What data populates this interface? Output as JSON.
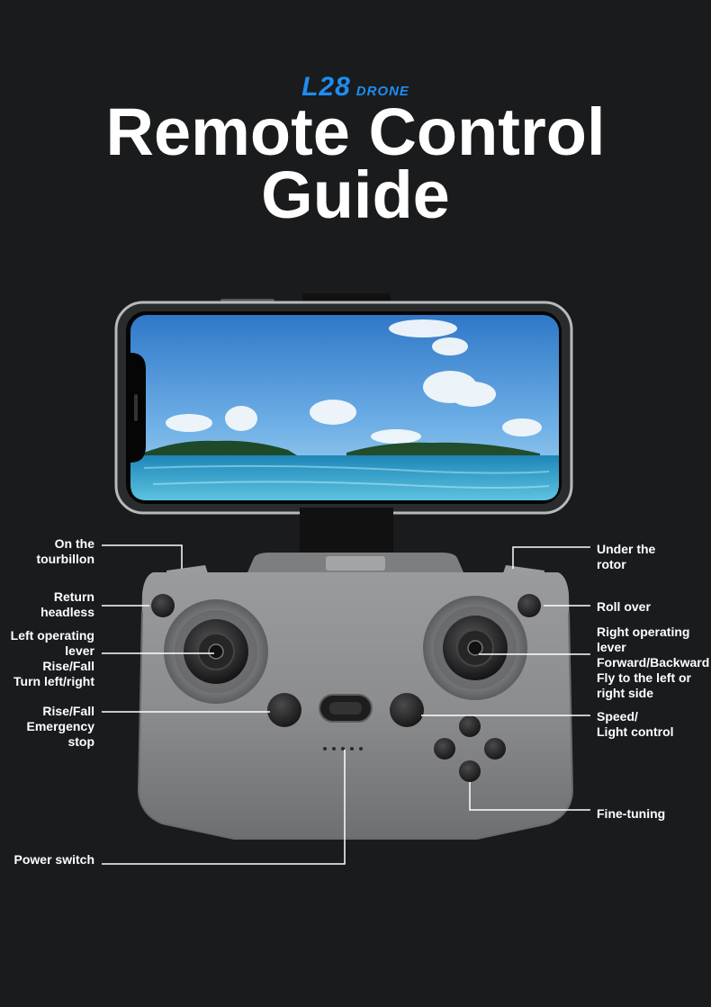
{
  "header": {
    "brand_model": "L28",
    "brand_sub": "DRONE",
    "title_line1": "Remote Control",
    "title_line2": "Guide"
  },
  "callouts": {
    "left": [
      {
        "id": "tourbillon",
        "lines": [
          "On the",
          "tourbillon"
        ]
      },
      {
        "id": "return-headless",
        "lines": [
          "Return",
          "headless"
        ]
      },
      {
        "id": "left-lever",
        "lines": [
          "Left operating",
          "lever",
          "Rise/Fall",
          "Turn left/right"
        ]
      },
      {
        "id": "rise-fall-stop",
        "lines": [
          "Rise/Fall",
          "Emergency",
          "stop"
        ]
      },
      {
        "id": "power-switch",
        "lines": [
          "Power switch"
        ]
      }
    ],
    "right": [
      {
        "id": "under-rotor",
        "lines": [
          "Under the",
          "rotor"
        ]
      },
      {
        "id": "roll-over",
        "lines": [
          "Roll over"
        ]
      },
      {
        "id": "right-lever",
        "lines": [
          "Right operating",
          "lever",
          "Forward/Backward",
          "Fly to the left or",
          "right side"
        ]
      },
      {
        "id": "speed-light",
        "lines": [
          "Speed/",
          "Light control"
        ]
      },
      {
        "id": "fine-tuning",
        "lines": [
          "Fine-tuning"
        ]
      }
    ]
  },
  "colors": {
    "background": "#1a1b1d",
    "brand_blue": "#1e8df0",
    "controller_gray": "#8d8e90"
  }
}
